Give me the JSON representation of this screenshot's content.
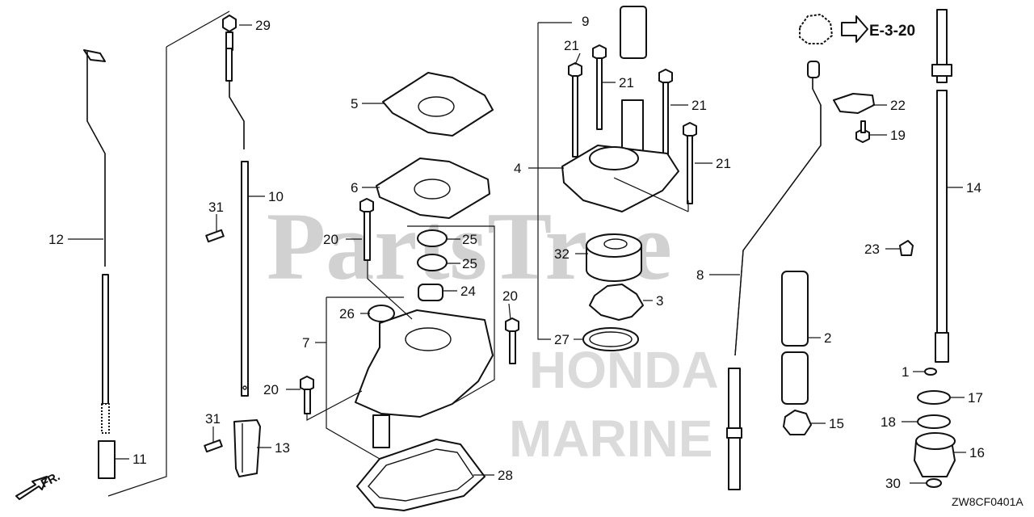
{
  "diagram": {
    "watermark": {
      "primary": "PartsTree",
      "secondary_1": "HONDA",
      "secondary_2": "MARINE"
    },
    "section_ref": "E-3-20",
    "direction_label": "FR.",
    "drawing_code": "ZW8CF0401A",
    "callouts": [
      "29",
      "12",
      "10",
      "11",
      "13",
      "31",
      "31",
      "5",
      "6",
      "20",
      "20",
      "20",
      "25",
      "25",
      "24",
      "26",
      "7",
      "28",
      "9",
      "21",
      "21",
      "21",
      "21",
      "4",
      "32",
      "3",
      "27",
      "8",
      "2",
      "15",
      "22",
      "19",
      "14",
      "23",
      "1",
      "17",
      "18",
      "16",
      "30"
    ]
  },
  "colors": {
    "ink": "#111111",
    "watermark": "#9a9a9a",
    "background": "#ffffff"
  },
  "icons": [
    "arrow-right-icon",
    "arrow-front-icon"
  ]
}
